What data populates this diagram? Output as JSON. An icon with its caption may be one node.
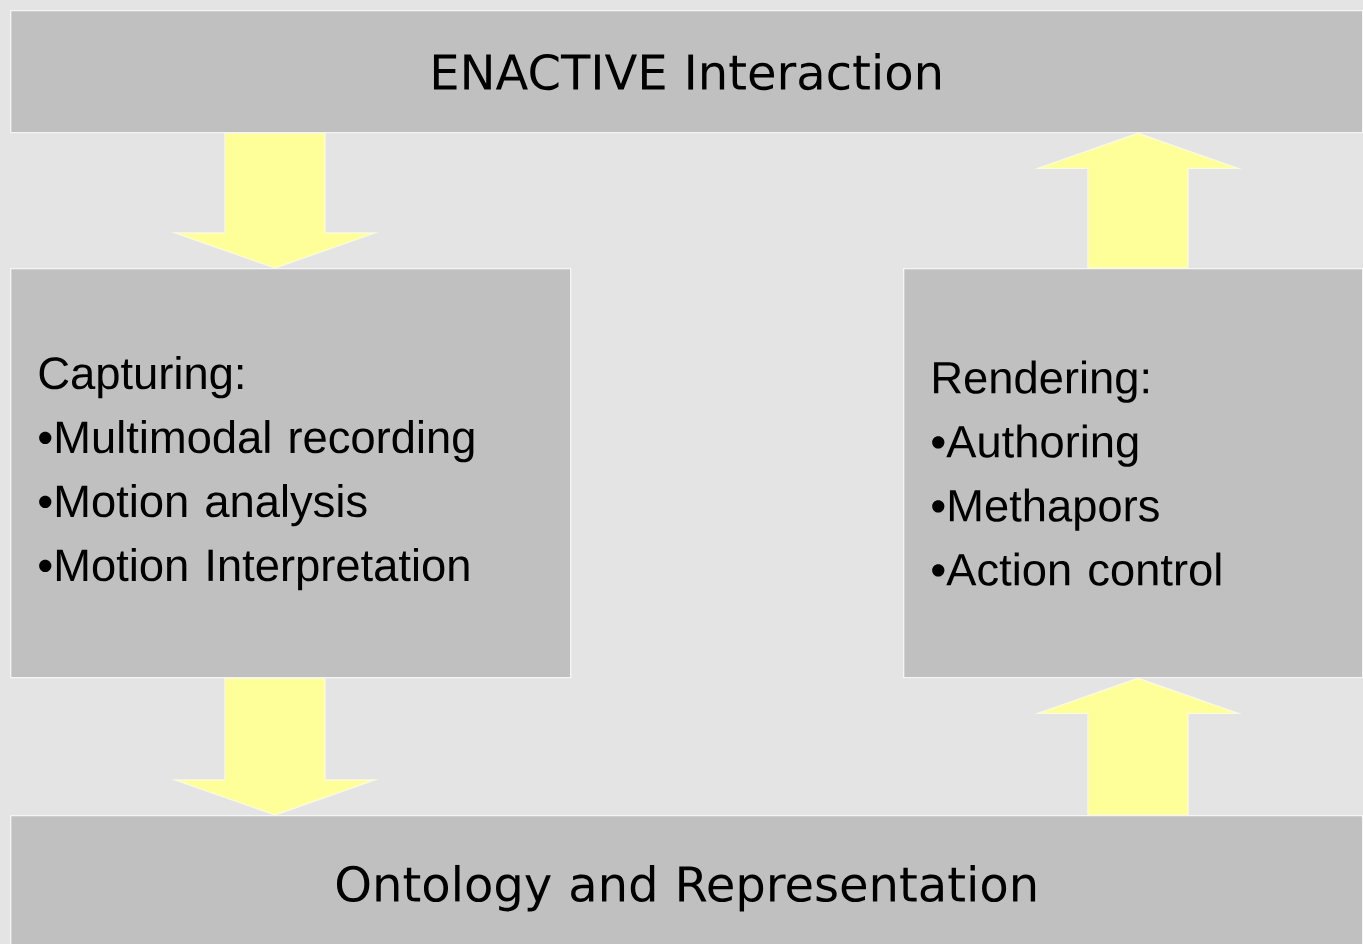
{
  "diagram": {
    "nodes": [
      {
        "text": [
          "ENACTIVE Interaction"
        ]
      },
      {
        "text": [
          "Capturing:",
          "•Multimodal recording",
          "•Motion analysis",
          "•Motion Interpretation"
        ]
      },
      {
        "text": [
          "Rendering:",
          "•Authoring",
          "•Methapors",
          "•Action control"
        ]
      },
      {
        "text": [
          "Ontology and Representation"
        ]
      }
    ],
    "edges": [
      {
        "from": 0,
        "to": 1,
        "arrow": "to"
      },
      {
        "from": 1,
        "to": 3,
        "arrow": "to"
      },
      {
        "from": 3,
        "to": 2,
        "arrow": "to"
      },
      {
        "from": 2,
        "to": 0,
        "arrow": "to"
      }
    ]
  }
}
